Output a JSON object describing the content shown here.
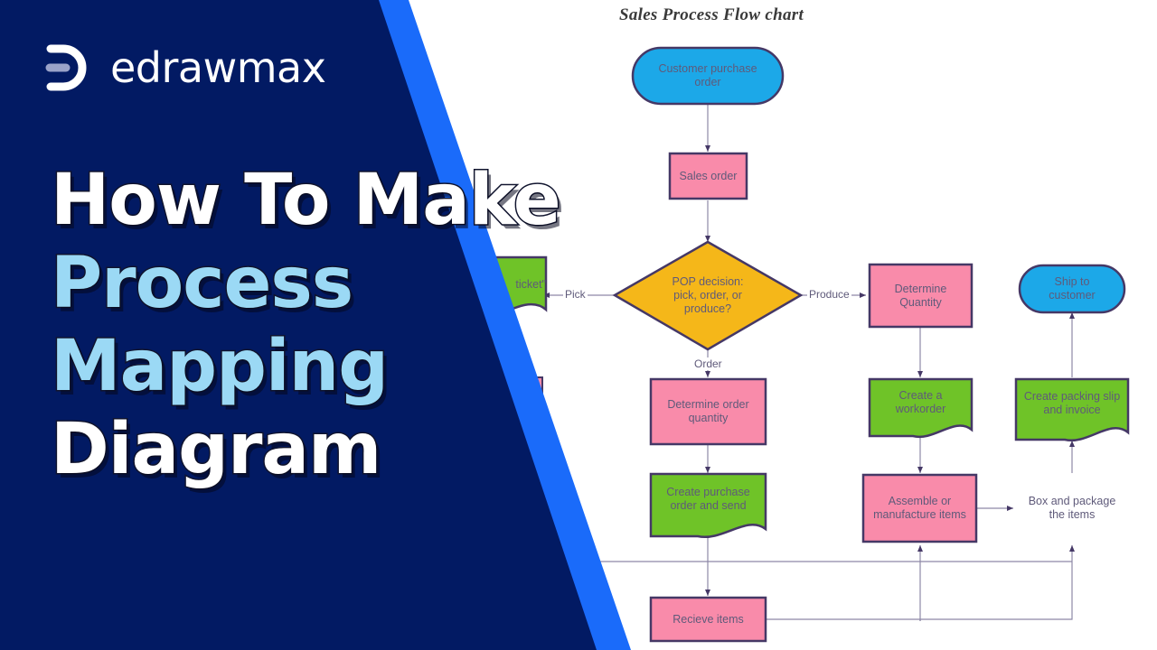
{
  "branding": {
    "logo_icon": "edrawmax-d-logo",
    "wordmark": "edrawmax"
  },
  "headline": {
    "line1": "How To Make",
    "line2": "Process",
    "line3": "Mapping",
    "line4": "Diagram",
    "line1_color": "#ffffff",
    "line2_color": "#9BD9F5",
    "line3_color": "#9BD9F5",
    "line4_color": "#ffffff"
  },
  "theme": {
    "navy": "#021A63",
    "bright_blue": "#1A6BFA",
    "canvas": "#ffffff",
    "node_stroke": "#453866",
    "connector": "#8d88a6",
    "text": "#5f5a7a",
    "pink": "#F98BAA",
    "green": "#6FC328",
    "cyan": "#1CA8E8",
    "amber": "#F5B719"
  },
  "diagram": {
    "title": "Sales Process Flow chart",
    "nodes": [
      {
        "id": "customer_purchase_order",
        "label": "Customer purchase\norder",
        "shape": "terminator",
        "color": "cyan"
      },
      {
        "id": "sales_order",
        "label": "Sales order",
        "shape": "process",
        "color": "pink"
      },
      {
        "id": "pop_decision",
        "label": "POP decision:\npick, order, or\nproduce?",
        "shape": "decision",
        "color": "amber"
      },
      {
        "id": "create_pick_ticket",
        "label": "ticket\"",
        "shape": "document",
        "color": "green"
      },
      {
        "id": "determine_order_quantity",
        "label": "Determine order\nquantity",
        "shape": "process",
        "color": "pink"
      },
      {
        "id": "create_purchase_order_and_send",
        "label": "Create purchase\norder and send",
        "shape": "document",
        "color": "green"
      },
      {
        "id": "recieve_items",
        "label": "Recieve items",
        "shape": "process",
        "color": "pink"
      },
      {
        "id": "determine_quantity",
        "label": "Determine\nQuantity",
        "shape": "process",
        "color": "pink"
      },
      {
        "id": "create_a_workorder",
        "label": "Create a\nworkorder",
        "shape": "document",
        "color": "green"
      },
      {
        "id": "assemble_or_manufacture_items",
        "label": "Assemble or\nmanufacture items",
        "shape": "process",
        "color": "pink"
      },
      {
        "id": "ship_to_customer",
        "label": "Ship to\ncustomer",
        "shape": "terminator",
        "color": "cyan"
      },
      {
        "id": "create_packing_slip_and_invoice",
        "label": "Create packing slip\nand invoice",
        "shape": "document",
        "color": "green"
      },
      {
        "id": "box_and_package_the_items",
        "label": "Box and package\nthe items",
        "shape": "process",
        "color": "pink"
      }
    ],
    "edge_labels": [
      {
        "id": "pick",
        "label": "Pick"
      },
      {
        "id": "produce",
        "label": "Produce"
      },
      {
        "id": "order",
        "label": "Order"
      }
    ]
  }
}
